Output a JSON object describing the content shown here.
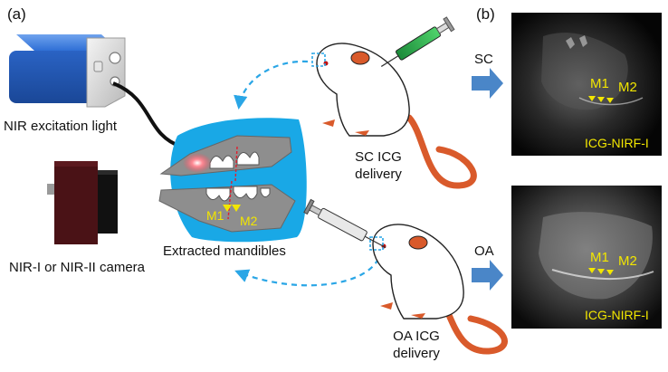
{
  "panel_labels": {
    "a": "(a)",
    "b": "(b)"
  },
  "labels": {
    "light": "NIR excitation light",
    "camera": "NIR-I or NIR-II camera",
    "mandibles": "Extracted mandibles",
    "sc_delivery_1": "SC ICG",
    "sc_delivery_2": "delivery",
    "oa_delivery_1": "OA ICG",
    "oa_delivery_2": "delivery",
    "tooth_m1": "M1",
    "tooth_m2": "M2"
  },
  "images": {
    "top": {
      "route": "SC",
      "m1": "M1",
      "m2": "M2",
      "caption": "ICG-NIRF-I"
    },
    "bottom": {
      "route": "OA",
      "m1": "M1",
      "m2": "M2",
      "caption": "ICG-NIRF-I"
    }
  },
  "colors": {
    "light_body": "#2f6fd6",
    "camera_body": "#4a1216",
    "mandible_bg": "#19a8e6",
    "mandible_bone": "#8e8e8e",
    "arrow_dashed": "#2aa6e6",
    "route_arrow": "#4a86c8",
    "marker_yellow": "#f2e600",
    "rat_body": "#ffffff",
    "rat_ears_tail": "#d95a2b"
  }
}
